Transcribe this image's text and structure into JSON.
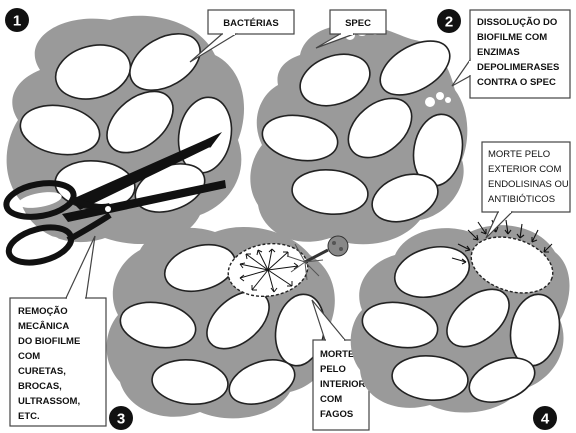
{
  "steps": {
    "s1": "1",
    "s2": "2",
    "s3": "3",
    "s4": "4"
  },
  "labels": {
    "bacteria": "BACTÉRIAS",
    "spec": "SPEC",
    "dissolution": [
      "DISSOLUÇÃO DO",
      "BIOFILME COM",
      "ENZIMAS",
      "DEPOLIMERASES",
      "CONTRA O SPEC"
    ],
    "exterior": [
      "MORTE PELO",
      "EXTERIOR COM",
      "ENDOLISINAS OU",
      "ANTIBIÓTICOS"
    ],
    "removal": [
      "REMOÇÃO",
      "MECÂNICA",
      "DO BIOFILME",
      "COM",
      "CURETAS,",
      "BROCAS,",
      "ULTRASSOM,",
      "ETC."
    ],
    "interior": [
      "MORTE",
      "PELO",
      "INTERIOR",
      "COM",
      "FAGOS"
    ]
  },
  "icons": [
    "scissors-icon",
    "bacteriophage-icon"
  ]
}
